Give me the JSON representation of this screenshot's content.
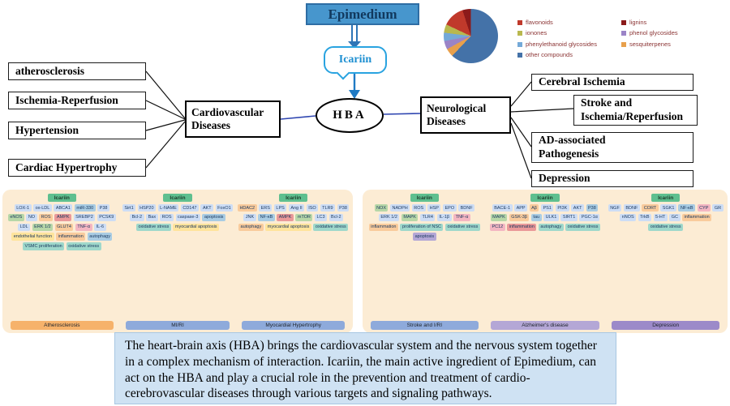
{
  "top_flow": {
    "epimedium": "Epimedium",
    "icariin": "Icariin",
    "hba": "HBA"
  },
  "left_branch": {
    "hub": "Cardiovascular Diseases",
    "items": [
      "atherosclerosis",
      "Ischemia-Reperfusion",
      "Hypertension",
      "Cardiac Hypertrophy"
    ]
  },
  "right_branch": {
    "hub": "Neurological Diseases",
    "items": [
      "Cerebral Ischemia",
      "Stroke and Ischemia/Reperfusion",
      "AD-associated Pathogenesis",
      "Depression"
    ]
  },
  "chart_data": {
    "type": "pie",
    "title": "Chemical constituents of Epimedium",
    "slices": [
      {
        "label": "other compounds",
        "value": 62,
        "color": "#4472a8"
      },
      {
        "label": "sesquiterpenes",
        "value": 5,
        "color": "#e8a04c"
      },
      {
        "label": "phenol glycosides",
        "value": 5,
        "color": "#9b84c7"
      },
      {
        "label": "phenylethanoid glycosides",
        "value": 5,
        "color": "#74a9d8"
      },
      {
        "label": "ionones",
        "value": 5,
        "color": "#b9b84f"
      },
      {
        "label": "flavonoids",
        "value": 13,
        "color": "#c0392b"
      },
      {
        "label": "lignins",
        "value": 5,
        "color": "#8b1a1a"
      }
    ],
    "legend_position": "right",
    "legend_columns": [
      [
        "flavonoids",
        "ionones",
        "phenylethanoid glycosides",
        "other compounds"
      ],
      [
        "lignins",
        "phenol glycosides",
        "sesquiterpenes"
      ]
    ]
  },
  "pathway_panels": [
    {
      "clusters": [
        {
          "title": "Icariin",
          "footer": "Atherosclerosis",
          "footer_color": "#f6b26b",
          "nodes": [
            {
              "label": "LOX-1",
              "color": "blue"
            },
            {
              "label": "ox-LDL",
              "color": "blue"
            },
            {
              "label": "ABCA1",
              "color": "blue"
            },
            {
              "label": "miR-330",
              "color": "sky"
            },
            {
              "label": "P38",
              "color": "blue"
            },
            {
              "label": "eNOS",
              "color": "green"
            },
            {
              "label": "NO",
              "color": "blue"
            },
            {
              "label": "ROS",
              "color": "orange"
            },
            {
              "label": "AMPK",
              "color": "red"
            },
            {
              "label": "SREBP2",
              "color": "blue"
            },
            {
              "label": "PCSK9",
              "color": "blue"
            },
            {
              "label": "LDL",
              "color": "blue"
            },
            {
              "label": "ERK 1/2",
              "color": "green"
            },
            {
              "label": "GLUT4",
              "color": "orange"
            },
            {
              "label": "TNF-α",
              "color": "pink"
            },
            {
              "label": "IL-6",
              "color": "blue"
            },
            {
              "label": "endothelial function",
              "color": "yellow"
            },
            {
              "label": "inflammation",
              "color": "orange"
            },
            {
              "label": "autophagy",
              "color": "sky"
            },
            {
              "label": "VSMC proliferation",
              "color": "teal"
            },
            {
              "label": "oxidative stress",
              "color": "teal"
            }
          ]
        },
        {
          "title": "Icariin",
          "footer": "MI/RI",
          "footer_color": "#8eaadb",
          "nodes": [
            {
              "label": "Sirt1",
              "color": "blue"
            },
            {
              "label": "HSP20",
              "color": "blue"
            },
            {
              "label": "L-NAME",
              "color": "blue"
            },
            {
              "label": "CD147",
              "color": "blue"
            },
            {
              "label": "AKT",
              "color": "blue"
            },
            {
              "label": "FoxO1",
              "color": "blue"
            },
            {
              "label": "Bcl-2",
              "color": "blue"
            },
            {
              "label": "Bax",
              "color": "blue"
            },
            {
              "label": "ROS",
              "color": "blue"
            },
            {
              "label": "caspase-3",
              "color": "blue"
            },
            {
              "label": "apoptosis",
              "color": "sky"
            },
            {
              "label": "oxidative stress",
              "color": "teal"
            },
            {
              "label": "myocardial apoptosis",
              "color": "yellow"
            }
          ]
        },
        {
          "title": "Icariin",
          "footer": "Myocardial Hypertrophy",
          "footer_color": "#8eaadb",
          "nodes": [
            {
              "label": "HDAC2",
              "color": "orange"
            },
            {
              "label": "ERS",
              "color": "blue"
            },
            {
              "label": "LPS",
              "color": "blue"
            },
            {
              "label": "Ang II",
              "color": "blue"
            },
            {
              "label": "ISO",
              "color": "blue"
            },
            {
              "label": "TLR9",
              "color": "blue"
            },
            {
              "label": "P38",
              "color": "blue"
            },
            {
              "label": "JNK",
              "color": "blue"
            },
            {
              "label": "NF-κB",
              "color": "sky"
            },
            {
              "label": "AMPK",
              "color": "red"
            },
            {
              "label": "mTOR",
              "color": "green"
            },
            {
              "label": "LC3",
              "color": "blue"
            },
            {
              "label": "Bcl-2",
              "color": "blue"
            },
            {
              "label": "autophagy",
              "color": "orange"
            },
            {
              "label": "myocardial apoptosis",
              "color": "yellow"
            },
            {
              "label": "oxidative stress",
              "color": "teal"
            }
          ]
        }
      ]
    },
    {
      "clusters": [
        {
          "title": "Icariin",
          "footer": "Stroke and I/RI",
          "footer_color": "#8eaadb",
          "nodes": [
            {
              "label": "NOX",
              "color": "green"
            },
            {
              "label": "NADPH",
              "color": "blue"
            },
            {
              "label": "ROS",
              "color": "blue"
            },
            {
              "label": "HSP",
              "color": "blue"
            },
            {
              "label": "EPO",
              "color": "blue"
            },
            {
              "label": "BDNF",
              "color": "blue"
            },
            {
              "label": "ERK 1/2",
              "color": "blue"
            },
            {
              "label": "MAPK",
              "color": "green"
            },
            {
              "label": "TLR4",
              "color": "blue"
            },
            {
              "label": "IL-1β",
              "color": "blue"
            },
            {
              "label": "TNF-α",
              "color": "pink"
            },
            {
              "label": "inflammation",
              "color": "orange"
            },
            {
              "label": "proliferation of NSC",
              "color": "teal"
            },
            {
              "label": "oxidative stress",
              "color": "teal"
            },
            {
              "label": "apoptosis",
              "color": "purple"
            }
          ]
        },
        {
          "title": "Icariin",
          "footer": "Alzheimer's disease",
          "footer_color": "#b4a7d6",
          "nodes": [
            {
              "label": "BACE-1",
              "color": "blue"
            },
            {
              "label": "APP",
              "color": "blue"
            },
            {
              "label": "Aβ",
              "color": "orange"
            },
            {
              "label": "PS1",
              "color": "blue"
            },
            {
              "label": "PI3K",
              "color": "blue"
            },
            {
              "label": "AKT",
              "color": "blue"
            },
            {
              "label": "P38",
              "color": "sky"
            },
            {
              "label": "MAPK",
              "color": "green"
            },
            {
              "label": "GSK-3β",
              "color": "orange"
            },
            {
              "label": "tau",
              "color": "sky"
            },
            {
              "label": "ULK1",
              "color": "blue"
            },
            {
              "label": "SIRT1",
              "color": "blue"
            },
            {
              "label": "PGC-1α",
              "color": "blue"
            },
            {
              "label": "PC12",
              "color": "pink"
            },
            {
              "label": "inflammation",
              "color": "red"
            },
            {
              "label": "autophagy",
              "color": "teal"
            },
            {
              "label": "oxidative stress",
              "color": "teal"
            }
          ]
        },
        {
          "title": "Icariin",
          "footer": "Depression",
          "footer_color": "#9c8ac9",
          "nodes": [
            {
              "label": "NGF",
              "color": "blue"
            },
            {
              "label": "BDNF",
              "color": "blue"
            },
            {
              "label": "CORT",
              "color": "orange"
            },
            {
              "label": "SGK1",
              "color": "blue"
            },
            {
              "label": "NF-κB",
              "color": "sky"
            },
            {
              "label": "CYP",
              "color": "pink"
            },
            {
              "label": "GR",
              "color": "blue"
            },
            {
              "label": "nNOS",
              "color": "blue"
            },
            {
              "label": "TrkB",
              "color": "blue"
            },
            {
              "label": "5-HT",
              "color": "blue"
            },
            {
              "label": "GC",
              "color": "blue"
            },
            {
              "label": "inflammation",
              "color": "orange"
            },
            {
              "label": "oxidative stress",
              "color": "teal"
            }
          ]
        }
      ]
    }
  ],
  "caption": {
    "text": "The heart-brain axis (HBA) brings the cardiovascular system and the nervous system together in a complex mechanism of interaction. Icariin, the main active ingredient of Epimedium, can act on the HBA and play a crucial role in the prevention and treatment of cardio-cerebrovascular diseases through various targets and signaling pathways."
  }
}
